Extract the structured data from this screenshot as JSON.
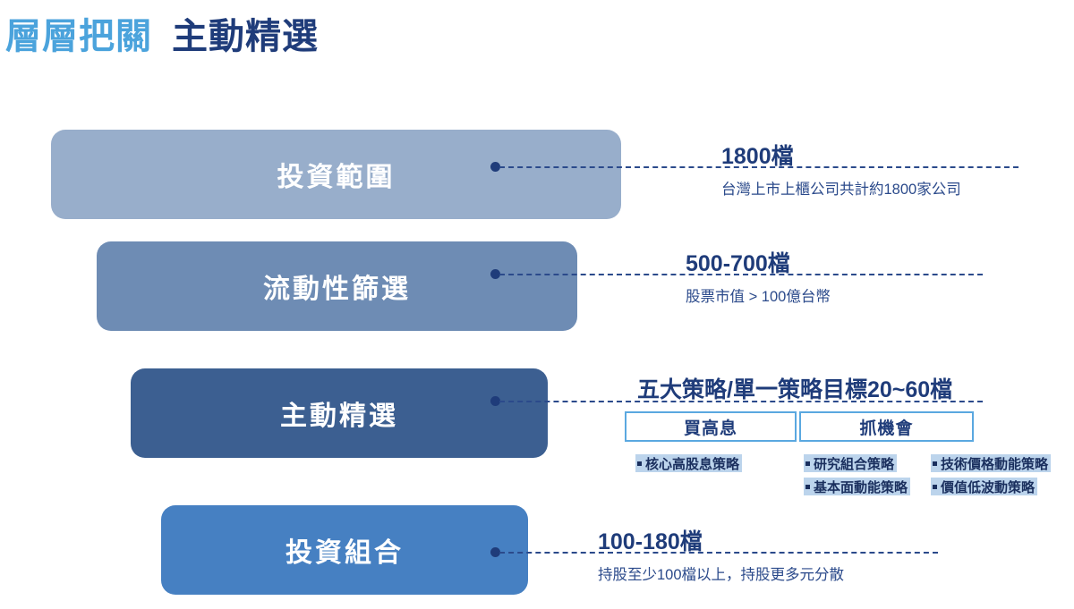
{
  "title": {
    "part1": "層層把關",
    "part2": "主動精選",
    "color_part1": "#4BA3DC",
    "color_part2": "#1F3C7A"
  },
  "stages": [
    {
      "label": "投資範圍",
      "bar_color": "#98AECB",
      "count": "1800檔",
      "description": "台灣上市上櫃公司共計約1800家公司"
    },
    {
      "label": "流動性篩選",
      "bar_color": "#6E8CB4",
      "count": "500-700檔",
      "description": "股票市值 > 100億台幣"
    },
    {
      "label": "主動精選",
      "bar_color": "#3C5F91",
      "count": "五大策略/單一策略目標20~60檔",
      "description": ""
    },
    {
      "label": "投資組合",
      "bar_color": "#4680C2",
      "count": "100-180檔",
      "description": "持股至少100檔以上，持股更多元分散"
    }
  ],
  "strategy_groups": [
    {
      "title": "買高息",
      "items": [
        "核心高股息策略"
      ]
    },
    {
      "title": "抓機會",
      "items": [
        "研究組合策略",
        "基本面動能策略",
        "技術價格動能策略",
        "價值低波動策略"
      ]
    }
  ],
  "strategy_items": {
    "core_high_dividend": "核心高股息策略",
    "research_portfolio": "研究組合策略",
    "fundamental_momentum": "基本面動能策略",
    "technical_price_momentum": "技術價格動能策略",
    "value_low_volatility": "價值低波動策略"
  },
  "colors": {
    "accent_light_blue": "#5AA8E0",
    "accent_dark_blue": "#1F3C7A",
    "strategy_highlight": "#BCD4EC",
    "connector": "#2B4A8B"
  }
}
